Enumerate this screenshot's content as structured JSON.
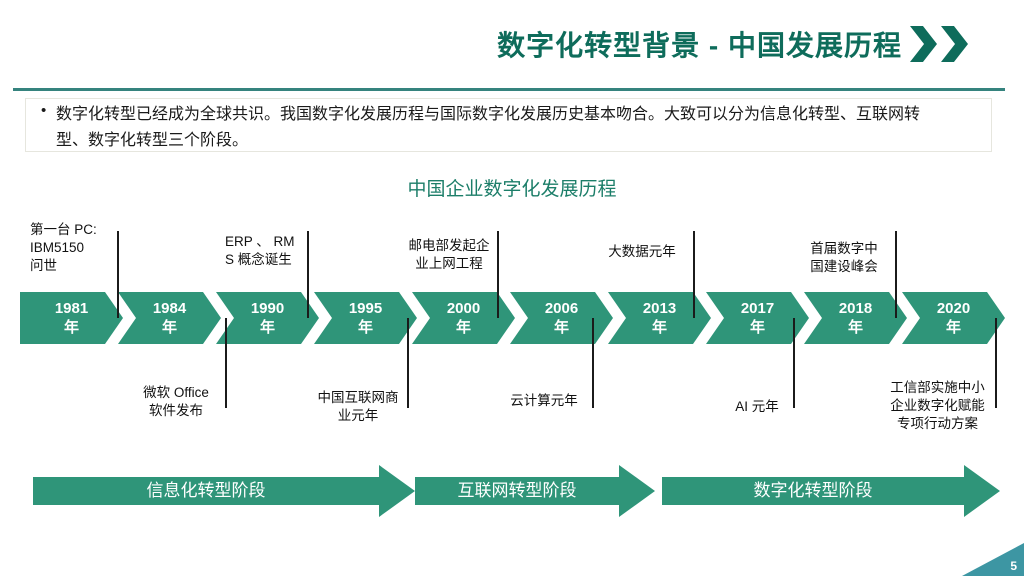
{
  "header": {
    "title": "数字化转型背景 - 中国发展历程",
    "title_color": "#0E6C5B",
    "icon": "double-chevron-right"
  },
  "intro": {
    "marker": "•",
    "text": "数字化转型已经成为全球共识。我国数字化发展历程与国际数字化发展历史基本吻合。大致可以分为信息化转型、互联网转\n型、数字化转型三个阶段。"
  },
  "diagram": {
    "title": "中国企业数字化发展历程",
    "timeline": [
      {
        "year": "1981",
        "unit": "年",
        "event": "第一台 PC:\nIBM5150\n问世",
        "event_position": "above"
      },
      {
        "year": "1984",
        "unit": "年",
        "event": "微软 Office\n软件发布",
        "event_position": "below"
      },
      {
        "year": "1990",
        "unit": "年",
        "event": "ERP 、 RM\nS 概念诞生",
        "event_position": "above"
      },
      {
        "year": "1995",
        "unit": "年",
        "event": "中国互联网商\n业元年",
        "event_position": "below"
      },
      {
        "year": "2000",
        "unit": "年",
        "event": "邮电部发起企\n业上网工程",
        "event_position": "above"
      },
      {
        "year": "2006",
        "unit": "年",
        "event": "云计算元年",
        "event_position": "below"
      },
      {
        "year": "2013",
        "unit": "年",
        "event": "大数据元年",
        "event_position": "above"
      },
      {
        "year": "2017",
        "unit": "年",
        "event": "AI 元年",
        "event_position": "below"
      },
      {
        "year": "2018",
        "unit": "年",
        "event": "首届数字中\n国建设峰会",
        "event_position": "above"
      },
      {
        "year": "2020",
        "unit": "年",
        "event": "工信部实施中小\n企业数字化赋能\n专项行动方案",
        "event_position": "below"
      }
    ],
    "stages": [
      {
        "label": "信息化转型阶段"
      },
      {
        "label": "互联网转型阶段"
      },
      {
        "label": "数字化转型阶段"
      }
    ],
    "colors": {
      "timeline_chevron": "#2F9579",
      "stage_arrow": "#2F9579",
      "connector_line": "#1B1B1B",
      "diagram_title": "#1C7E69"
    }
  },
  "footer": {
    "page_number": "5",
    "corner_color": "#3D96A3"
  }
}
